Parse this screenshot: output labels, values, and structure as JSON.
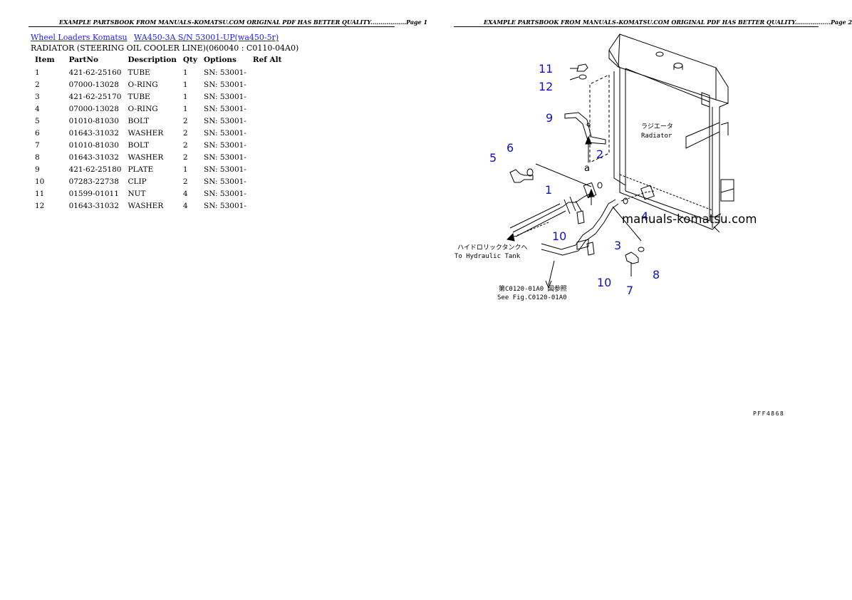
{
  "page1": {
    "header": "EXAMPLE PARTSBOOK FROM MANUALS-KOMATSU.COM ORIGINAL PDF HAS BETTER QUALITY..................Page 1",
    "breadcrumbs": [
      "Wheel Loaders Komatsu",
      "WA450-3A S/N 53001-UP(wa450-5r)"
    ],
    "subtitle": "RADIATOR (STEERING OIL COOLER LINE)(060040 : C0110-04A0)",
    "columns": [
      "Item",
      "PartNo",
      "Description",
      "Qty",
      "Options",
      "Ref Alt"
    ],
    "rows": [
      [
        "1",
        "421-62-25160",
        "TUBE",
        "1",
        "SN: 53001-",
        ""
      ],
      [
        "2",
        "07000-13028",
        "O-RING",
        "1",
        "SN: 53001-",
        ""
      ],
      [
        "3",
        "421-62-25170",
        "TUBE",
        "1",
        "SN: 53001-",
        ""
      ],
      [
        "4",
        "07000-13028",
        "O-RING",
        "1",
        "SN: 53001-",
        ""
      ],
      [
        "5",
        "01010-81030",
        "BOLT",
        "2",
        "SN: 53001-",
        ""
      ],
      [
        "6",
        "01643-31032",
        "WASHER",
        "2",
        "SN: 53001-",
        ""
      ],
      [
        "7",
        "01010-81030",
        "BOLT",
        "2",
        "SN: 53001-",
        ""
      ],
      [
        "8",
        "01643-31032",
        "WASHER",
        "2",
        "SN: 53001-",
        ""
      ],
      [
        "9",
        "421-62-25180",
        "PLATE",
        "1",
        "SN: 53001-",
        ""
      ],
      [
        "10",
        "07283-22738",
        "CLIP",
        "2",
        "SN: 53001-",
        ""
      ],
      [
        "11",
        "01599-01011",
        "NUT",
        "4",
        "SN: 53001-",
        ""
      ],
      [
        "12",
        "01643-31032",
        "WASHER",
        "4",
        "SN: 53001-",
        ""
      ]
    ]
  },
  "page2": {
    "header": "EXAMPLE PARTSBOOK FROM MANUALS-KOMATSU.COM ORIGINAL PDF HAS BETTER QUALITY..................Page 2",
    "radiator_label_jp": "ラジエータ",
    "radiator_label_en": "Radiator",
    "hydraulic_tank_jp": "ハイドロリックタンクへ",
    "hydraulic_tank_en": "To Hydraulic Tank",
    "see_fig_jp": "第C0120-01A0 図参照",
    "see_fig_en": "See Fig.C0120-01A0",
    "callout_a": "a",
    "watermark": "manuals-komatsu.com",
    "drawing_code": "PFF4868",
    "callouts": [
      "11",
      "12",
      "9",
      "6",
      "5",
      "2",
      "1",
      "4",
      "10",
      "3",
      "10",
      "8",
      "7"
    ],
    "callout_color": "#1010c8"
  }
}
